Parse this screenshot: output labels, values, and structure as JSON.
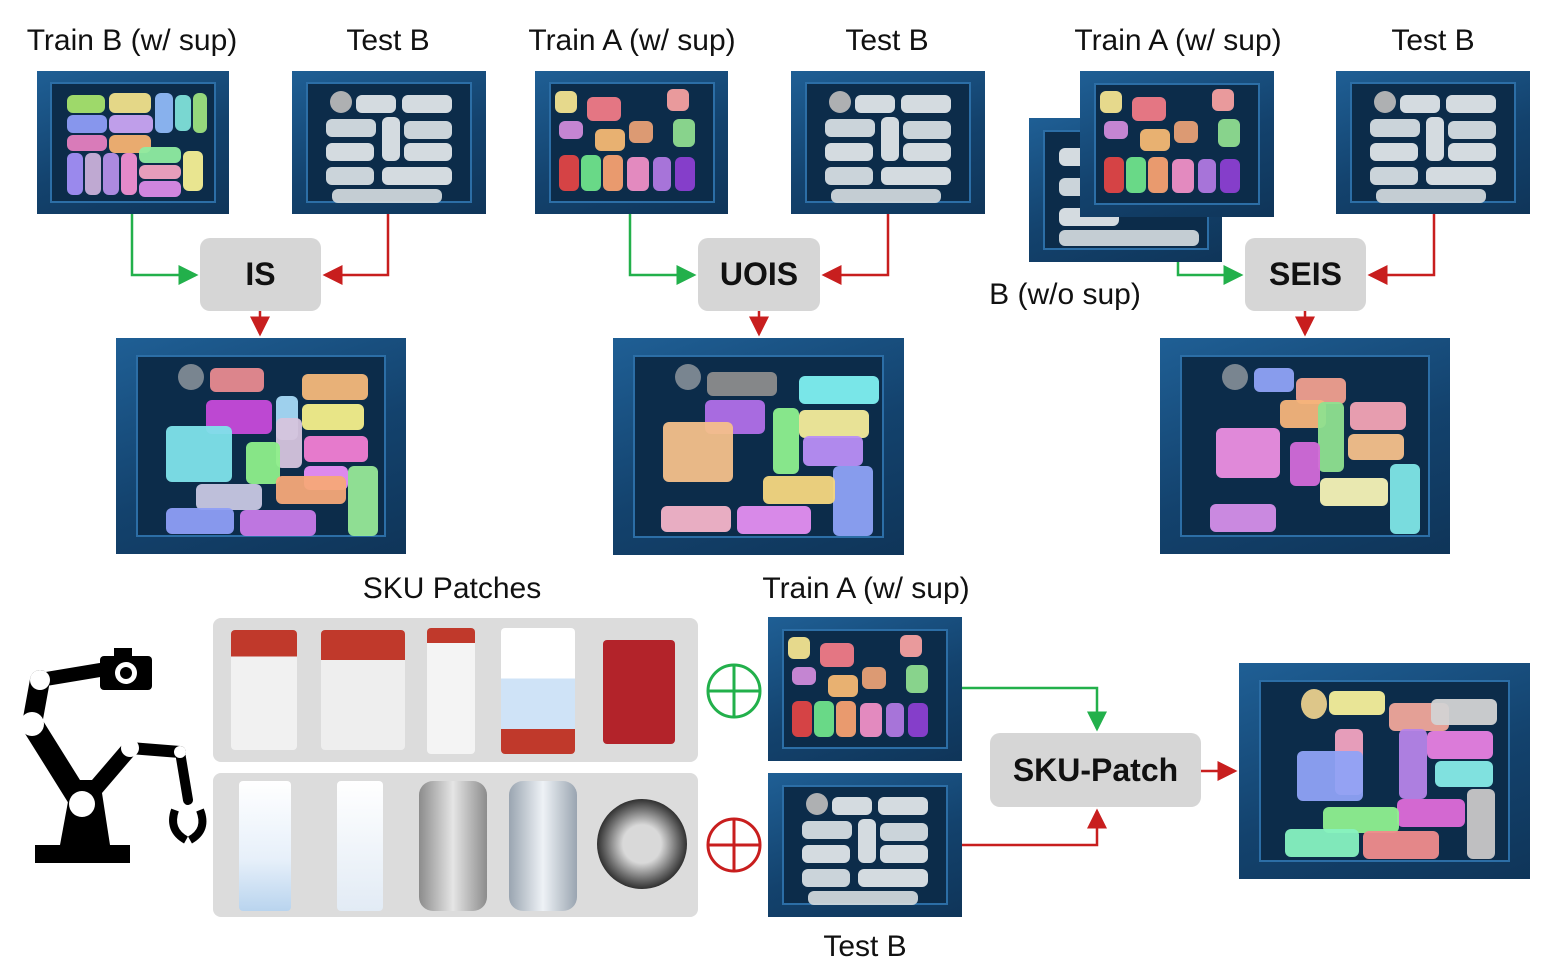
{
  "labels": {
    "is_train": "Train B (w/ sup)",
    "is_test": "Test B",
    "uois_train": "Train A (w/ sup)",
    "uois_test": "Test B",
    "seis_train": "Train A (w/ sup)",
    "seis_test": "Test B",
    "seis_unsup": "B (w/o sup)",
    "sku_patches": "SKU Patches",
    "sku_train": "Train A (w/ sup)",
    "sku_test": "Test B"
  },
  "methods": {
    "is": "IS",
    "uois": "UOIS",
    "seis": "SEIS",
    "sku_patch": "SKU-Patch"
  },
  "colors": {
    "supervised_arrow": "#22b04b",
    "test_arrow": "#c81e1e",
    "box_fill": "#d6d6d6",
    "bin_blue": "#1b5488",
    "plus_green": "#22b04b",
    "plus_red": "#c81e1e"
  },
  "icons": [
    "robot-arm-icon",
    "camera-icon",
    "oplus-icon"
  ]
}
